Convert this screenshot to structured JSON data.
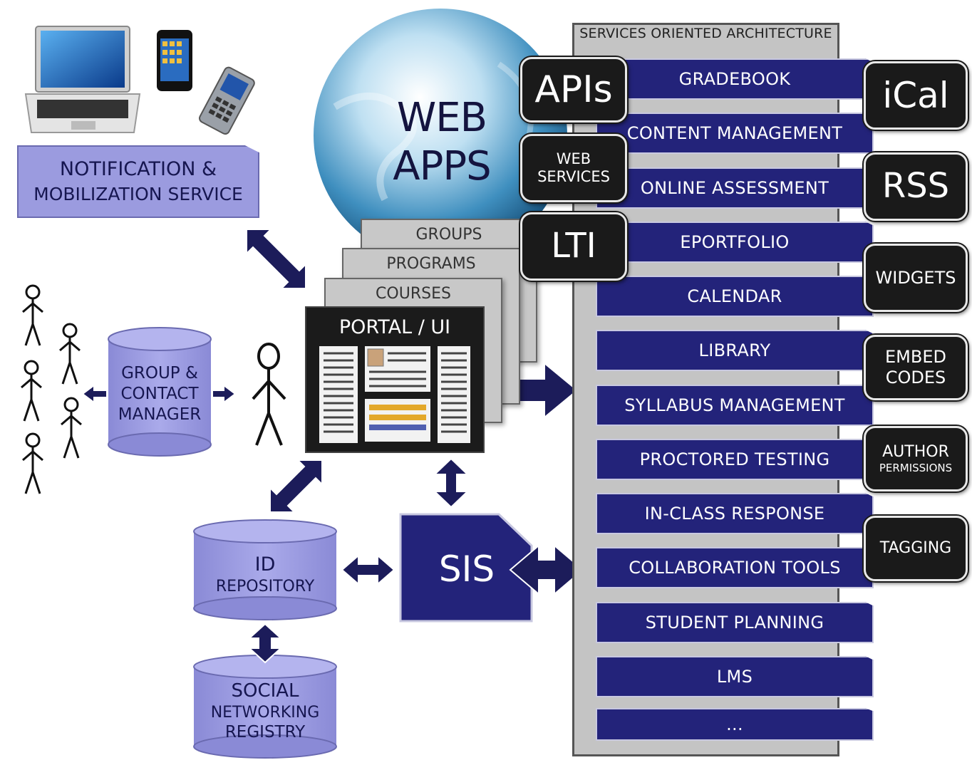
{
  "diagram": {
    "globe_text": [
      "WEB",
      "APPS"
    ],
    "soa": {
      "title": "SERVICES ORIENTED ARCHITECTURE",
      "services": [
        "GRADEBOOK",
        "CONTENT MANAGEMENT",
        "ONLINE ASSESSMENT",
        "EPORTFOLIO",
        "CALENDAR",
        "LIBRARY",
        "SYLLABUS MANAGEMENT",
        "PROCTORED TESTING",
        "IN-CLASS RESPONSE",
        "COLLABORATION TOOLS",
        "STUDENT PLANNING",
        "LMS",
        "..."
      ]
    },
    "left_tags": {
      "apis": "APIs",
      "web_services": [
        "WEB",
        "SERVICES"
      ],
      "lti": "LTI"
    },
    "right_tags": {
      "ical": "iCal",
      "rss": "RSS",
      "widgets": "WIDGETS",
      "embed_codes": [
        "EMBED",
        "CODES"
      ],
      "author_permissions": [
        "AUTHOR",
        "PERMISSIONS"
      ],
      "tagging": "TAGGING"
    },
    "notification": [
      "NOTIFICATION &",
      "MOBILIZATION SERVICE"
    ],
    "group_manager": [
      "GROUP &",
      "CONTACT",
      "MANAGER"
    ],
    "id_repository": [
      "ID",
      "REPOSITORY"
    ],
    "social_registry": [
      "SOCIAL",
      "NETWORKING",
      "REGISTRY"
    ],
    "stack_cards": [
      "GROUPS",
      "PROGRAMS",
      "COURSES"
    ],
    "portal_title": "PORTAL / UI",
    "sis": "SIS",
    "colors": {
      "service_blue": "#23237a",
      "lavender": "#9b9bdf",
      "tag_black": "#1a1a1a",
      "arrow_navy": "#1c1c5a"
    }
  }
}
